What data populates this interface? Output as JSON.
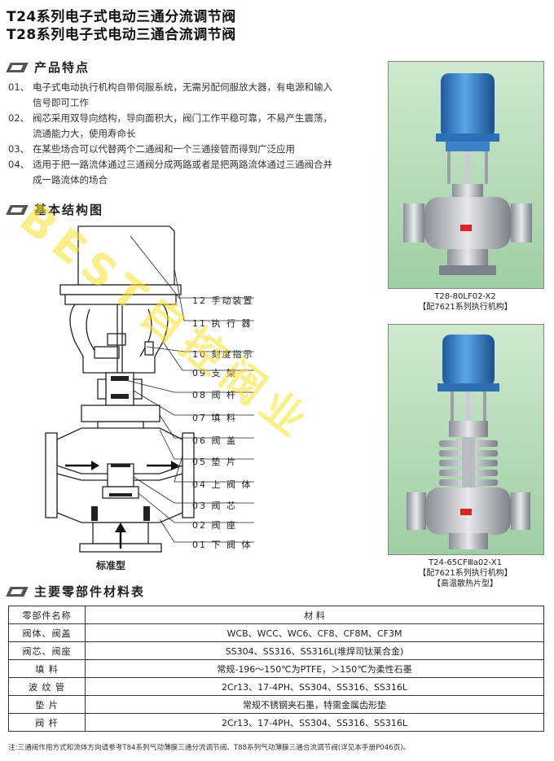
{
  "titles": [
    "T24系列电子式电动三通分流调节阀",
    "T28系列电子式电动三通合流调节阀"
  ],
  "sections": {
    "features": "产品特点",
    "structure": "基本结构图",
    "materials": "主要零部件材料表"
  },
  "features": [
    {
      "num": "01、",
      "text": "电子式电动执行机构自带伺服系统，无需另配伺服放大器，有电源和输入信号即可工作"
    },
    {
      "num": "02、",
      "text": "阀芯采用双导向结构，导向面积大，阀门工作平稳可靠，不易产生震荡，流通能力大，使用寿命长"
    },
    {
      "num": "03、",
      "text": "在某些场合可以代替两个二通阀和一个三通接管而得到广泛应用"
    },
    {
      "num": "04、",
      "text": "适用于把一路流体通过三通阀分成两路或者是把两路流体通过三通阀合并成一路流体的场合"
    }
  ],
  "callouts": [
    "12 手动装置",
    "11 执 行 器",
    "10 刻度指示",
    "09 支   架",
    "08 阀   杆",
    "07 填   料",
    "06 阀   盖",
    "05 垫   片",
    "04 上 阀 体",
    "03 阀   芯",
    "02 阀   座",
    "01 下 阀 体"
  ],
  "diagram_caption": "标准型",
  "photos": [
    {
      "caption": [
        "T28-80LF02-X2",
        "【配7621系列执行机构】"
      ]
    },
    {
      "caption": [
        "T24-65CFⅢa02-X1",
        "【配7621系列执行机构】",
        "【高温散热片型】"
      ]
    }
  ],
  "watermark": "BEST自控阀业",
  "materials": {
    "headers": [
      "零部件名称",
      "材    料"
    ],
    "rows": [
      [
        "阀体、阀盖",
        "WCB、WCC、WC6、CF8、CF8M、CF3M"
      ],
      [
        "阀芯、阀座",
        "SS304、SS316、SS316L(堆焊司钛莱合金)"
      ],
      [
        "填    料",
        "常规-196～150℃为PTFE，＞150℃为柔性石墨"
      ],
      [
        "波 纹 管",
        "2Cr13、17-4PH、SS304、SS316、SS316L"
      ],
      [
        "垫    片",
        "常规不锈钢夹石墨，特需金属齿形垫"
      ],
      [
        "阀    杆",
        "2Cr13、17-4PH、SS304、SS316、SS316L"
      ]
    ]
  },
  "footnote": "注:三通阀作用方式和流体方向请参考T84系列气动薄膜三通分流调节阀、T88系列气动薄膜三通合流调节阀(详见本手册P046页)。",
  "colors": {
    "actuator_blue": "#2f78c4",
    "photo_bg": "#b8ddb8",
    "watermark": "#f5e128"
  }
}
